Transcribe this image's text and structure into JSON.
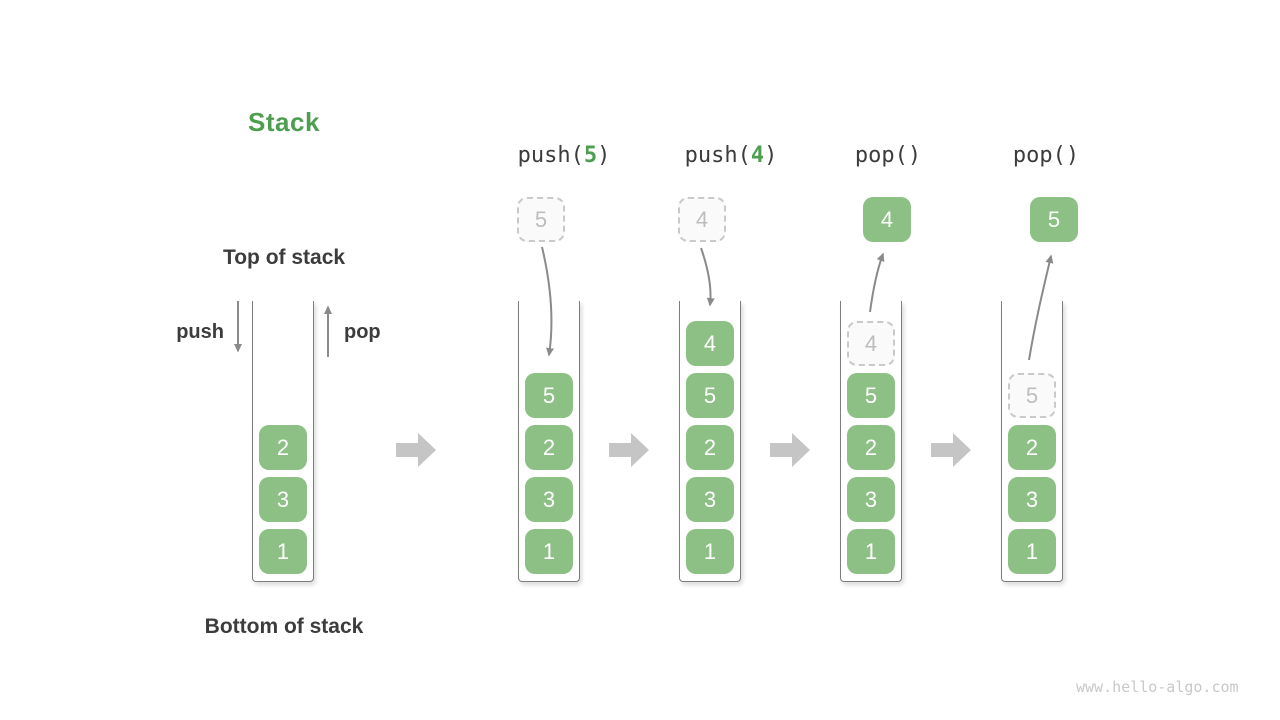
{
  "title": "Stack",
  "annotations": {
    "top_of_stack": "Top of stack",
    "bottom_of_stack": "Bottom of stack",
    "push_label": "push",
    "pop_label": "pop"
  },
  "watermark": "www.hello-algo.com",
  "colors": {
    "title_green": "#4d9e50",
    "cell_green": "#8cc084",
    "cell_text": "#ffffff",
    "dark_text": "#3c3c3c",
    "ghost_border": "#c9c9c9",
    "ghost_text": "#bdbdbd",
    "thin_arrow": "#8a8a8a",
    "block_arrow": "#c5c5c5",
    "container_border": "#7d7d7d"
  },
  "columns": [
    {
      "name": "initial",
      "op": null,
      "floating": null,
      "cells": [
        {
          "type": "solid",
          "value": "2"
        },
        {
          "type": "solid",
          "value": "3"
        },
        {
          "type": "solid",
          "value": "1"
        }
      ]
    },
    {
      "name": "after-push-5",
      "op": {
        "prefix": "push(",
        "arg": "5",
        "suffix": ")"
      },
      "floating": {
        "type": "ghost",
        "value": "5"
      },
      "cells": [
        {
          "type": "solid",
          "value": "5"
        },
        {
          "type": "solid",
          "value": "2"
        },
        {
          "type": "solid",
          "value": "3"
        },
        {
          "type": "solid",
          "value": "1"
        }
      ]
    },
    {
      "name": "after-push-4",
      "op": {
        "prefix": "push(",
        "arg": "4",
        "suffix": ")"
      },
      "floating": {
        "type": "ghost",
        "value": "4"
      },
      "cells": [
        {
          "type": "solid",
          "value": "4"
        },
        {
          "type": "solid",
          "value": "5"
        },
        {
          "type": "solid",
          "value": "2"
        },
        {
          "type": "solid",
          "value": "3"
        },
        {
          "type": "solid",
          "value": "1"
        }
      ]
    },
    {
      "name": "after-pop-4",
      "op": {
        "prefix": "pop()",
        "arg": "",
        "suffix": ""
      },
      "floating": {
        "type": "solid",
        "value": "4"
      },
      "cells": [
        {
          "type": "ghost",
          "value": "4"
        },
        {
          "type": "solid",
          "value": "5"
        },
        {
          "type": "solid",
          "value": "2"
        },
        {
          "type": "solid",
          "value": "3"
        },
        {
          "type": "solid",
          "value": "1"
        }
      ]
    },
    {
      "name": "after-pop-5",
      "op": {
        "prefix": "pop()",
        "arg": "",
        "suffix": ""
      },
      "floating": {
        "type": "solid",
        "value": "5"
      },
      "cells": [
        {
          "type": "ghost",
          "value": "5"
        },
        {
          "type": "solid",
          "value": "2"
        },
        {
          "type": "solid",
          "value": "3"
        },
        {
          "type": "solid",
          "value": "1"
        }
      ]
    }
  ]
}
